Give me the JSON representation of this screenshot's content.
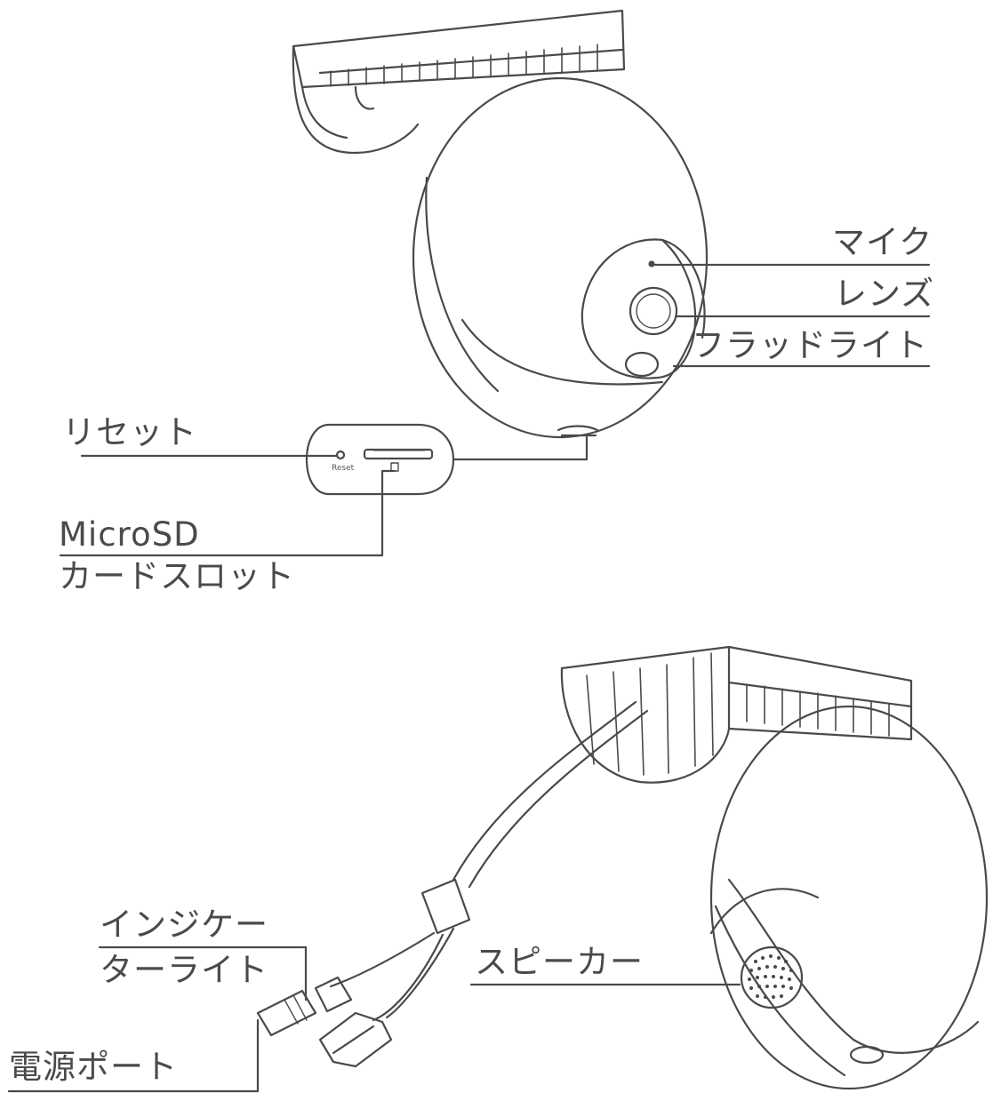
{
  "labels": {
    "mic": "マイク",
    "lens": "レンズ",
    "floodlight": "フラッドライト",
    "reset": "リセット",
    "microsd_line1": "MicroSD",
    "microsd_line2": "カードスロット",
    "indicator_line1": "インジケー",
    "indicator_line2": "ターライト",
    "power_port": "電源ポート",
    "speaker": "スピーカー"
  },
  "panel": {
    "reset_text": "Reset"
  },
  "colors": {
    "line": "#4a4a4a",
    "text": "#4a4a4a",
    "background": "#ffffff"
  }
}
